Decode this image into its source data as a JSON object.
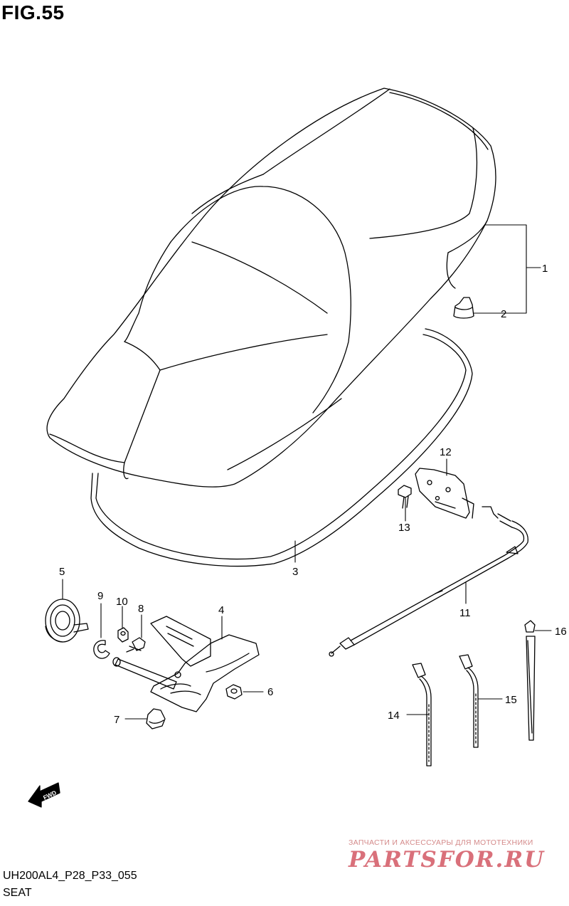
{
  "figure": {
    "title": "FIG.55",
    "code": "UH200AL4_P28_P33_055",
    "caption": "SEAT"
  },
  "callouts": [
    "1",
    "2",
    "3",
    "4",
    "5",
    "6",
    "7",
    "8",
    "9",
    "10",
    "11",
    "12",
    "13",
    "14",
    "15",
    "16"
  ],
  "direction_arrow": {
    "label": "FWD"
  },
  "watermark": {
    "tagline": "ЗАПЧАСТИ И АКСЕССУАРЫ ДЛЯ МОТОТЕХНИКИ",
    "logo": "PARTSFOR.RU"
  }
}
